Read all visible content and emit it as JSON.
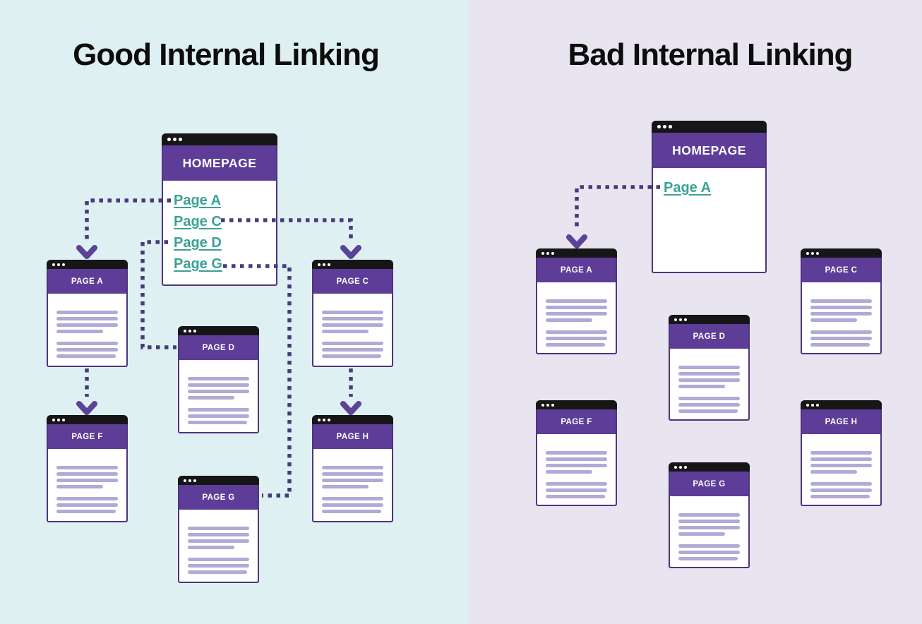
{
  "colors": {
    "bg-left": "#def0f1",
    "bg-right": "#e8e5f0",
    "titlebar": "#161616",
    "header-purple": "#5d3d98",
    "window-border": "#4e3480",
    "arrow": "#5b4397",
    "dots-line": "#473a7d",
    "link-teal": "#3aa197",
    "text-line": "#b1aad6",
    "title-text": "#0d0d0d"
  },
  "left": {
    "title": "Good Internal Linking",
    "homepage": {
      "title": "HOMEPAGE",
      "links": [
        "Page A",
        "Page C",
        "Page D",
        "Page G"
      ]
    },
    "pages": {
      "a": "PAGE A",
      "c": "PAGE C",
      "d": "PAGE D",
      "f": "PAGE F",
      "g": "PAGE G",
      "h": "PAGE H"
    }
  },
  "right": {
    "title": "Bad Internal Linking",
    "homepage": {
      "title": "HOMEPAGE",
      "links": [
        "Page A"
      ]
    },
    "pages": {
      "a": "PAGE A",
      "c": "PAGE C",
      "d": "PAGE D",
      "f": "PAGE F",
      "g": "PAGE G",
      "h": "PAGE H"
    }
  }
}
